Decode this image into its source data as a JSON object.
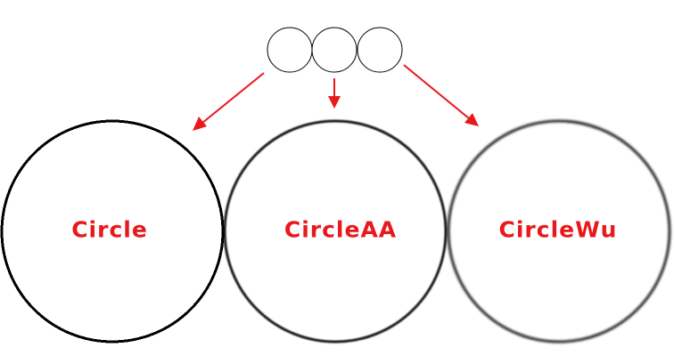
{
  "colors": {
    "background": "#ffffff",
    "outline": "#000000",
    "accent": "#e8191c"
  },
  "circles": [
    {
      "id": "circle",
      "label": "Circle",
      "rendering": "aliased"
    },
    {
      "id": "circle-aa",
      "label": "CircleAA",
      "rendering": "antialiased"
    },
    {
      "id": "circle-wu",
      "label": "CircleWu",
      "rendering": "wu-antialiased"
    }
  ]
}
